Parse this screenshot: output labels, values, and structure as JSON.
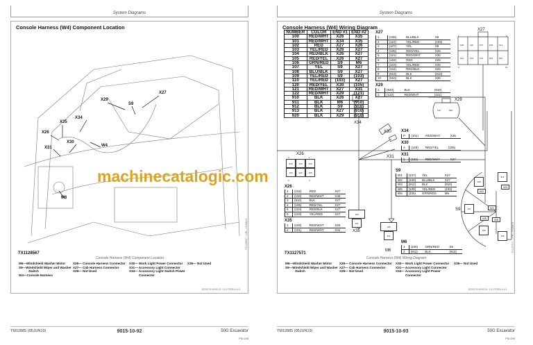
{
  "left_page": {
    "header": "System Diagrams",
    "title": "Console Harness (W4) Component Location",
    "figure_id": "TX1128567",
    "side_code": "TX1128567 —UN—15JAN13",
    "callouts": [
      "X27",
      "X29",
      "S9",
      "X34",
      "X35",
      "X26",
      "X30",
      "W4",
      "X31",
      "M6"
    ],
    "caption": "Console Harness (W4) Component Location",
    "legend": [
      [
        "M6—Windshield Washer Motor",
        "S9—Windshield Wiper and Washer Switch",
        "W4—Console Harness"
      ],
      [
        "X26— Console Harness Connector",
        "X27— Cab Harness Connector",
        "X29— Not Used"
      ],
      [
        "X30— Work Light Power Connector",
        "X31— Accessory Light Connector",
        "X34— Accessory Light Switch Power Connector"
      ],
      [
        "X35— Not Used"
      ]
    ],
    "ref": "JD29376,0000103 -19-22FEB13-1/1",
    "footer": {
      "manual": "TM12885 (05JUN19)",
      "page": "9015-10-92",
      "model": "50G Excavator",
      "pn": "PN=248"
    }
  },
  "right_page": {
    "header": "System Diagrams",
    "title": "Console Harness (W4) Wiring Diagram",
    "figure_id": "TX1127571",
    "side_code": "TX1127571 —UN—15JAN13",
    "wire_table": {
      "headers": [
        "NUMBER",
        "COLOR",
        "END #1",
        "END #2"
      ],
      "rows": [
        [
          "100",
          "RED/WHT",
          "X26",
          "X35"
        ],
        [
          "101",
          "RED/WHT",
          "X34",
          "X35"
        ],
        [
          "102",
          "RED",
          "X27",
          "X26"
        ],
        [
          "103",
          "YEL/RED",
          "X26",
          "X27"
        ],
        [
          "104",
          "RED/BLK",
          "X26",
          "X27"
        ],
        [
          "105",
          "RED/YEL",
          "X26",
          "X27"
        ],
        [
          "106",
          "GRN/RED",
          "S9",
          "M6"
        ],
        [
          "107",
          "YEL",
          "S9",
          "X27"
        ],
        [
          "108",
          "BLU/BLK",
          "S9",
          "X27"
        ],
        [
          "109",
          "YEL/RED",
          "S9",
          "(103)"
        ],
        [
          "110",
          "YEL/RED",
          "(103)",
          "X27"
        ],
        [
          "120",
          "RED/YEL",
          "X30",
          "(105)"
        ],
        [
          "121",
          "RED/WHT",
          "X27",
          "X31"
        ],
        [
          "122",
          "RED/WHT",
          "X29",
          "(121)"
        ],
        [
          "910",
          "BLK",
          "X26",
          "X27"
        ],
        [
          "911",
          "BLK",
          "M6",
          "(910)"
        ],
        [
          "912",
          "BLK",
          "S9",
          "(910)"
        ],
        [
          "913",
          "BLK",
          "X27",
          "(910)"
        ],
        [
          "920",
          "BLK",
          "X29",
          "(910)"
        ]
      ]
    },
    "connectors": {
      "X27": {
        "name": "X27",
        "rows": [
          [
            "1",
            "(108)",
            "BLU/BLK",
            "S9"
          ],
          [
            "2",
            "(110)",
            "YEL/RED",
            "(103)"
          ],
          [
            "3",
            "(107)",
            "YEL",
            "S9"
          ],
          [
            "4",
            "(105)",
            "RED/YEL",
            "X26"
          ],
          [
            "5",
            "(121)",
            "RED/WHT",
            "X30"
          ],
          [
            "6",
            "(102)",
            "RED",
            "X26"
          ],
          [
            "7",
            "(103)",
            "YEL/RED",
            "X26"
          ],
          [
            "8",
            "(104)",
            "RED/BLK",
            "X26"
          ],
          [
            "9",
            "(913)",
            "BLK",
            "(910)"
          ],
          [
            "10",
            "(910)",
            "BLK",
            "X26"
          ]
        ]
      },
      "X29": {
        "name": "X29",
        "rows": [
          [
            "1",
            "(920)",
            "BLK",
            "(910)"
          ],
          [
            "2",
            "(122)",
            "RED/WHT",
            "(121)"
          ]
        ]
      },
      "X34": {
        "name": "X34",
        "rows": [
          [
            "P",
            "(101)",
            "RED/WHT",
            "X35"
          ]
        ]
      },
      "X30": {
        "name": "X30",
        "rows": [
          [
            "A",
            "(120)",
            "RED/YEL",
            "(105)"
          ]
        ]
      },
      "X31": {
        "name": "X31",
        "rows": [
          [
            "1",
            "(121)",
            "RED/WHT",
            "X27"
          ]
        ]
      },
      "S9": {
        "name": "S9",
        "rows": [
          [
            "W1",
            "(107)",
            "YEL",
            "X27"
          ],
          [
            "W2",
            "(108)",
            "BLU/BLK",
            "X27"
          ],
          [
            "W3",
            "(912)",
            "BLK",
            "(910)"
          ],
          [
            "W5",
            "(109)",
            "YEL/RED",
            "(103)"
          ],
          [
            "W6",
            "(106)",
            "GRN/RED",
            "M6"
          ]
        ]
      },
      "X26": {
        "name": "X26",
        "rows": [
          [
            "1",
            "(102)",
            "RED",
            "X27"
          ],
          [
            "2",
            "(100)",
            "RED/WHT",
            "X35"
          ],
          [
            "3",
            "(910)",
            "BLK",
            "X27"
          ],
          [
            "4",
            "(105)",
            "RED/YEL",
            "X27"
          ],
          [
            "5",
            "(104)",
            "RED/BLK",
            "X27"
          ],
          [
            "6",
            "(103)",
            "YEL/RED",
            "X27"
          ]
        ]
      },
      "X35": {
        "name": "X35",
        "rows": [
          [
            "1",
            "(100)",
            "RED/WHT",
            "X26"
          ],
          [
            "2",
            "(101)",
            "RED/WHT",
            "X34"
          ]
        ]
      },
      "M6": {
        "name": "M6",
        "rows": [
          [
            "1",
            "(106)",
            "GRN/RED",
            "S9"
          ],
          [
            "2",
            "(911)",
            "BLK",
            "(910)"
          ]
        ]
      }
    },
    "x27_pins": {
      "top": [
        "108",
        "110",
        "107",
        "105",
        "121"
      ],
      "bottom": [
        "102",
        "103",
        "104",
        "913",
        "910"
      ],
      "corner": [
        "1",
        "5",
        "6",
        "10"
      ]
    },
    "x29_pins": [
      "122",
      "920"
    ],
    "x26_pins": {
      "top": [
        "910",
        "100",
        "102"
      ],
      "bottom": [
        "103",
        "104",
        "105"
      ],
      "corner": [
        "3",
        "1",
        "6",
        "4"
      ]
    },
    "x35_pins": [
      "100",
      "101"
    ],
    "m6_pins": [
      "106",
      "911"
    ],
    "s9_pins": [
      "108",
      "912",
      "107",
      "109",
      "106"
    ],
    "s9_wires": [
      "W1",
      "W2",
      "W3",
      "W5",
      "W6"
    ],
    "caption": "Console Harness (W4) Wiring Diagram",
    "legend": [
      [
        "M6—Windshield Washer Motor",
        "S9—Windshield Wiper and Washer Switch"
      ],
      [
        "X26— Console Harness Connector",
        "X27— Cab Harness Connector",
        "X29— Not Used"
      ],
      [
        "X30— Work Light Power Connector",
        "X31— Accessory Light Connector",
        "X34— Accessory Light Power Connector"
      ],
      [
        "X35— Not Used"
      ]
    ],
    "ref": "JD29376,0000104 -19-22FEB13-1/1",
    "footer": {
      "manual": "TM12885 (05JUN19)",
      "page": "9015-10-93",
      "model": "50G Excavator",
      "pn": "PN=249"
    }
  },
  "watermark": "machinecatalogic.com",
  "colors": {
    "watermark": "#d9a520",
    "rule": "#bbbbbb"
  }
}
